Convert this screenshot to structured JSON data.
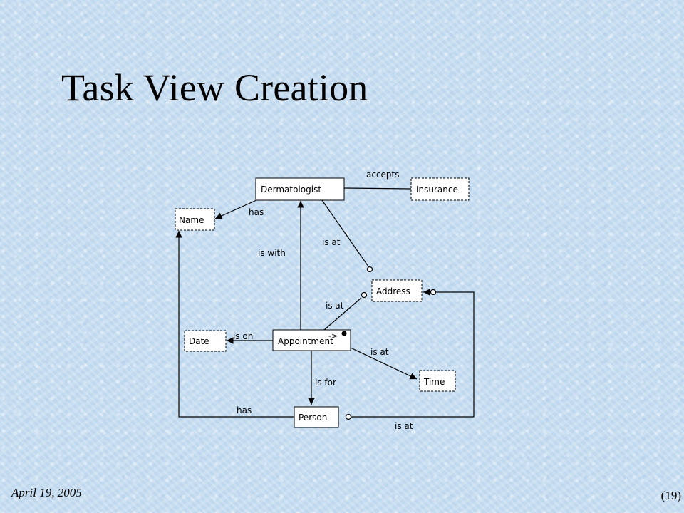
{
  "slide": {
    "title": "Task View Creation",
    "date": "April 19, 2005",
    "page_number": "(19)"
  },
  "diagram": {
    "objects": {
      "dermatologist": "Dermatologist",
      "insurance": "Insurance",
      "name": "Name",
      "address": "Address",
      "date": "Date",
      "appointment": "Appointment",
      "time": "Time",
      "person": "Person"
    },
    "relationships": {
      "accepts": "accepts",
      "has_derm": "has",
      "is_with": "is with",
      "is_at_derm": "is at",
      "is_at_appt_address": "is at",
      "is_on": "is on",
      "is_at_time": "is at",
      "is_for": "is for",
      "has_person": "has",
      "is_at_person": "is at"
    },
    "appointment_marker": "->"
  }
}
